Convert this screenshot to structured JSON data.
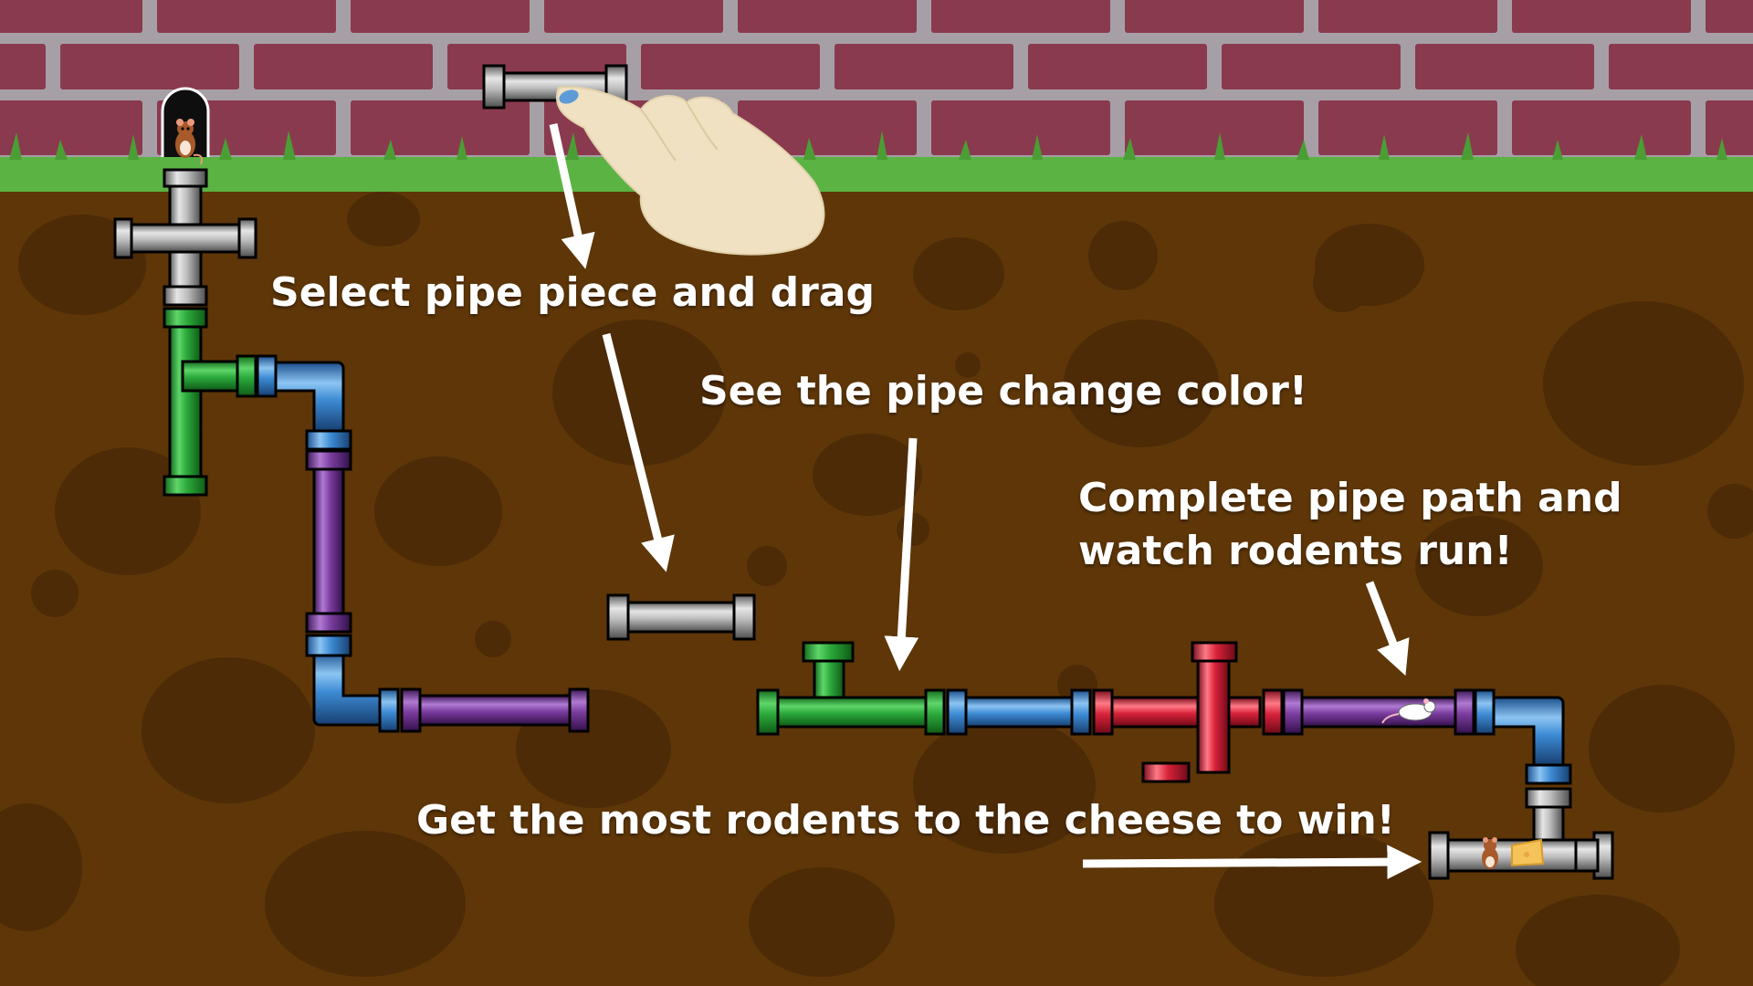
{
  "captions": {
    "select_drag": "Select pipe piece and drag",
    "change_color": "See the pipe change color!",
    "complete_line1": "Complete pipe path and",
    "complete_line2": "watch rodents run!",
    "win": "Get the most rodents to the cheese to win!"
  },
  "colors": {
    "sky_brick": "#8a3a4e",
    "mortar": "#a6a0a6",
    "grass": "#5bb343",
    "soil": "#5e3608",
    "soil_blob": "#4d2b07",
    "pipe_gray": "#9a9a9a",
    "pipe_green": "#2ba83a",
    "pipe_blue": "#3d8bd4",
    "pipe_purple": "#7a3c9e",
    "pipe_red": "#d8213a",
    "hand": "#efe1c2",
    "cheese": "#f6c35a"
  },
  "icons": [
    "hand-pointer-icon",
    "mouse-icon",
    "cheese-icon",
    "mouse-hole-icon",
    "arrow-icon"
  ]
}
